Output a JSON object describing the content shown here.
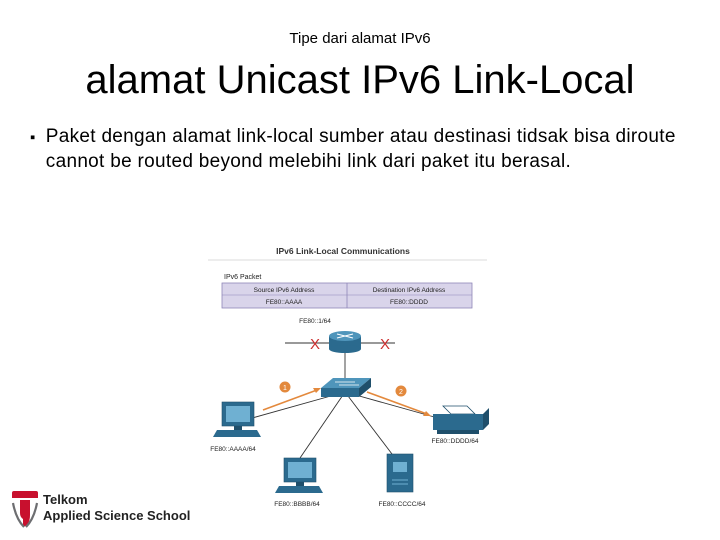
{
  "slide": {
    "subtitle": "Tipe dari alamat IPv6",
    "title": "alamat Unicast IPv6 Link-Local",
    "bullet": "Paket dengan alamat link-local sumber atau destinasi tidsak bisa diroute cannot be routed beyond melebihi link dari paket itu berasal."
  },
  "figure": {
    "title": "IPv6 Link-Local Communications",
    "packet_label": "IPv6 Packet",
    "source_header": "Source IPv6 Address",
    "source_value": "FE80::AAAA",
    "dest_header": "Destination IPv6 Address",
    "dest_value": "FE80::DDDD",
    "router_label": "FE80::1/64",
    "block_mark_left": "X",
    "block_mark_right": "X",
    "step_1": "1",
    "step_2": "2",
    "host_a_label": "FE80::AAAA/64",
    "host_b_label": "FE80::BBBB/64",
    "host_c_label": "FE80::CCCC/64",
    "host_d_label": "FE80::DDDD/64"
  },
  "logo": {
    "name": "Telkom",
    "school": "Applied Science School",
    "brand_color": "#c8102e"
  }
}
